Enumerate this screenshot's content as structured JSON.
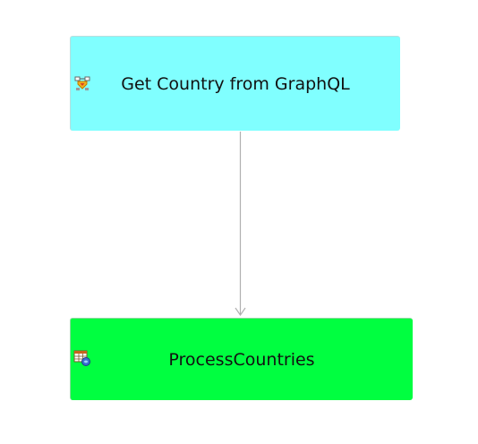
{
  "nodes": [
    {
      "label": "Get Country from GraphQL",
      "icon": "graphql-query-icon",
      "fill": "#80ffff"
    },
    {
      "label": "ProcessCountries",
      "icon": "table-process-icon",
      "fill": "#00ff40"
    }
  ],
  "edges": [
    {
      "from": "Get Country from GraphQL",
      "to": "ProcessCountries",
      "color": "#b0b0b0"
    }
  ]
}
